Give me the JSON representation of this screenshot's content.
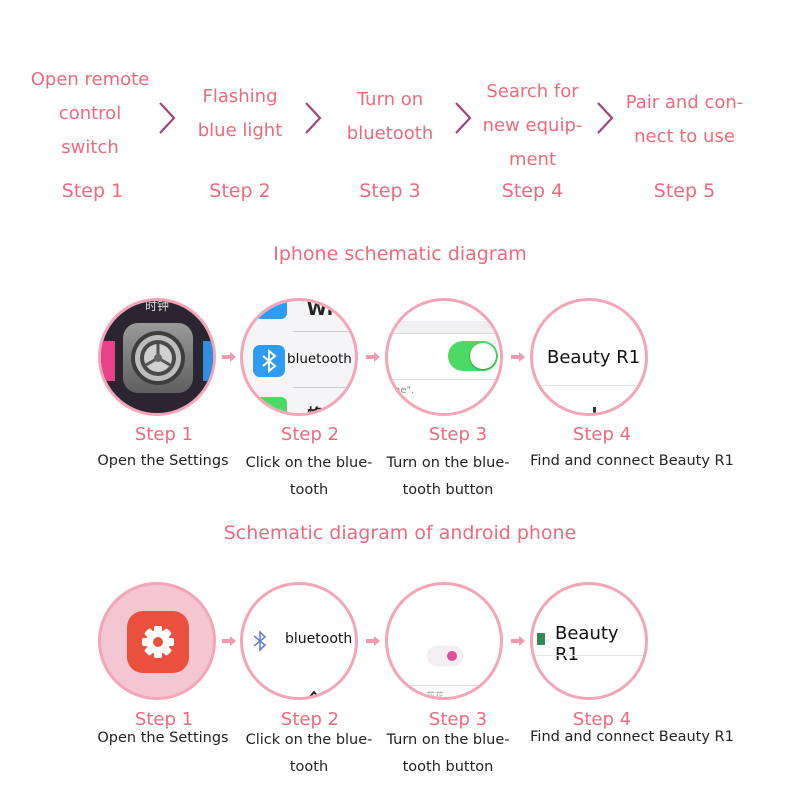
{
  "top_steps": [
    {
      "text": "Open remote\ncontrol\nswitch",
      "step": "Step 1"
    },
    {
      "text": "Flashing\nblue light",
      "step": "Step 2"
    },
    {
      "text": "Turn on\nbluetooth",
      "step": "Step 3"
    },
    {
      "text": "Search for\nnew equip-\nment",
      "step": "Step 4"
    },
    {
      "text": "Pair and con-\nnect to use",
      "step": "Step 5"
    }
  ],
  "iphone": {
    "title": "Iphone schematic diagram",
    "screen_text": {
      "wifi_partial": "Wi",
      "top_partial": "时钟",
      "bottom_partial": "蜂窝",
      "bluetooth": "bluetooth",
      "quote": "ne\".",
      "device": "Beauty R1"
    },
    "steps": [
      {
        "step": "Step 1",
        "desc": "Open the Settings"
      },
      {
        "step": "Step 2",
        "desc": "Click on the blue-\ntooth"
      },
      {
        "step": "Step 3",
        "desc": "Turn on the blue-\ntooth button"
      },
      {
        "step": "Step 4",
        "desc": "Find and connect Beauty R1"
      }
    ]
  },
  "android": {
    "title": "Schematic diagram of android phone",
    "screen_text": {
      "bluetooth": "bluetooth",
      "device": "Beauty R1",
      "bottom_partial": "花花"
    },
    "steps": [
      {
        "step": "Step 1",
        "desc": "Open the Settings"
      },
      {
        "step": "Step 2",
        "desc": "Click on the blue-\ntooth"
      },
      {
        "step": "Step 3",
        "desc": "Turn on the blue-\ntooth button"
      },
      {
        "step": "Step 4",
        "desc": "Find and connect Beauty R1"
      }
    ]
  },
  "colors": {
    "accent": "#ee6a7c",
    "chevron": "#a0467a",
    "ring": "#f2a6b8",
    "ios_blue": "#2f9cf4",
    "ios_green": "#4cd964",
    "android_red": "#e9503d"
  }
}
